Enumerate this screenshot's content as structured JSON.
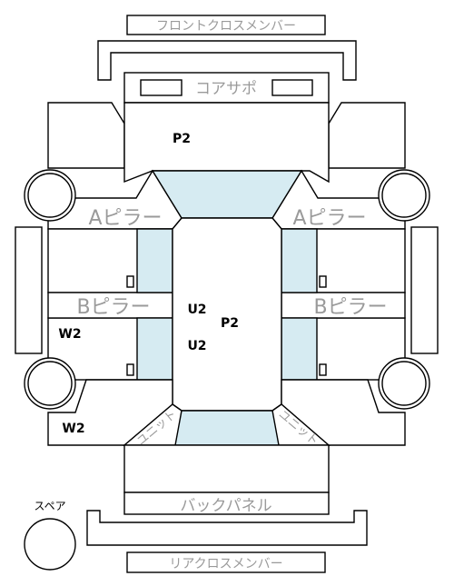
{
  "labels": {
    "front_cross_member": "フロントクロスメンバー",
    "core_support": "コアサポ",
    "a_pillar_left": "Aピラー",
    "a_pillar_right": "Aピラー",
    "b_pillar_left": "Bピラー",
    "b_pillar_right": "Bピラー",
    "back_panel": "バックパネル",
    "rear_cross_member": "リアクロスメンバー",
    "spare": "スペア",
    "trunk_left": "ユニット",
    "trunk_right": "ユニット"
  },
  "codes": {
    "hood": "P2",
    "roof_top": "U2",
    "roof_center": "P2",
    "roof_bottom": "U2",
    "left_rear_door": "W2",
    "left_rear_fender": "W2"
  },
  "colors": {
    "glass": "#d6ebf2",
    "outline": "#000000",
    "part_label": "#9a9a9a"
  }
}
